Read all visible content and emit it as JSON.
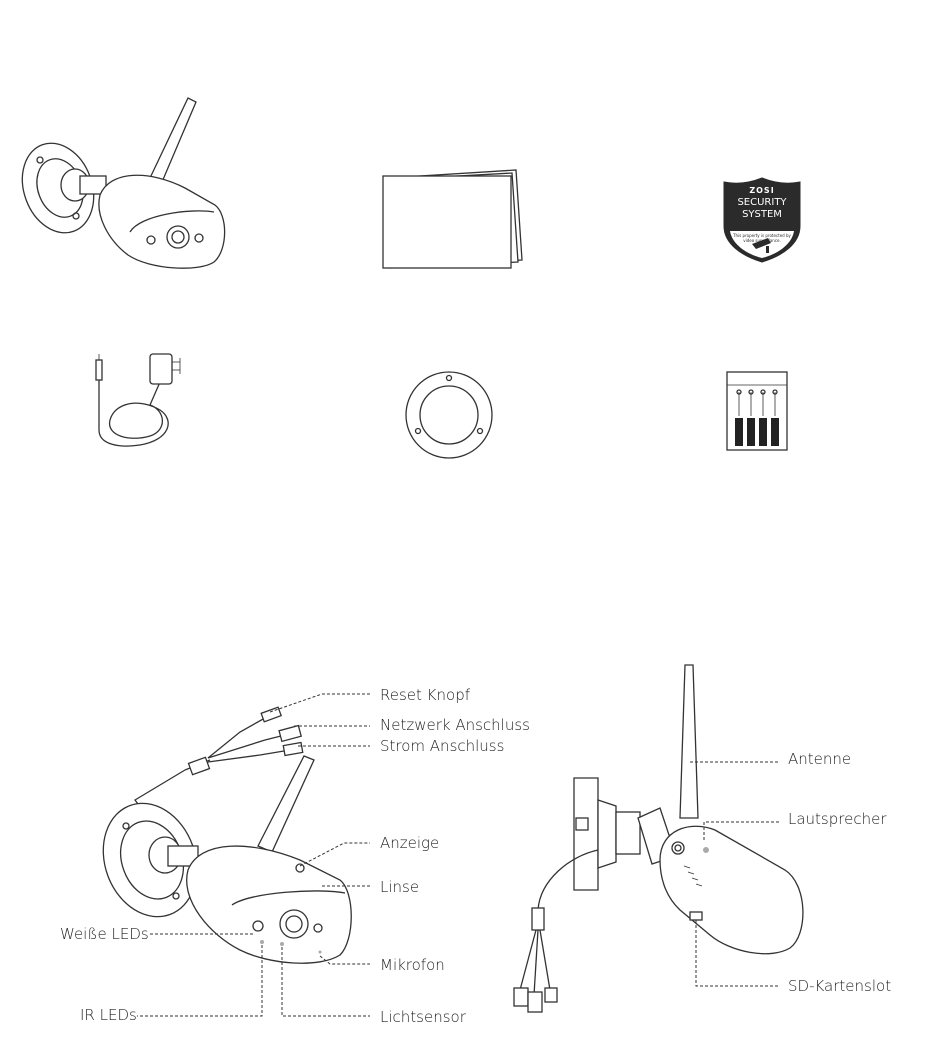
{
  "labels": {
    "reset": "Reset Knopf",
    "network": "Netzwerk Anschluss",
    "power": "Strom Anschluss",
    "indicator": "Anzeige",
    "lens": "Linse",
    "white_leds": "Weiße LEDs",
    "mic": "Mikrofon",
    "ir_leds": "IR LEDs",
    "light_sensor": "Lichtsensor",
    "antenna": "Antenne",
    "speaker": "Lautsprecher",
    "sd_slot": "SD-Kartenslot"
  },
  "badge": {
    "brand": "ZOSI",
    "line1": "SECURITY",
    "line2": "SYSTEM",
    "note1": "This property is protected by",
    "note2": "video surveillance."
  }
}
